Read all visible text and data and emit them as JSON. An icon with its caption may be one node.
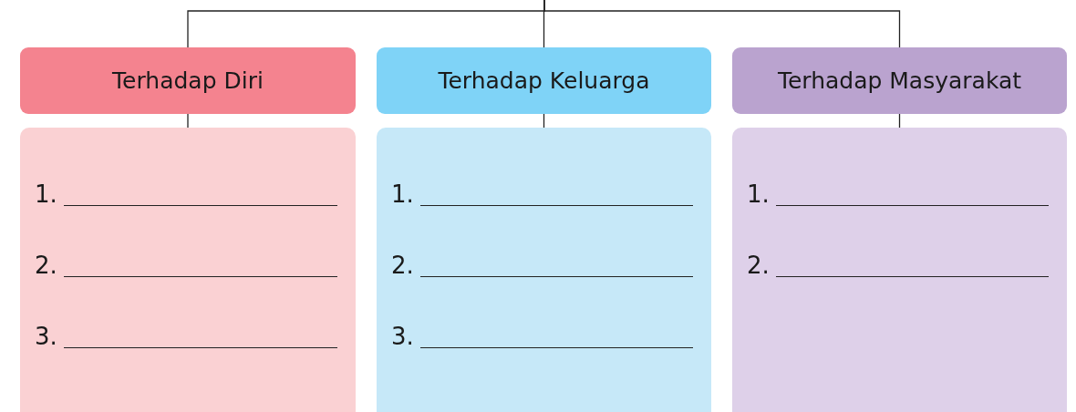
{
  "diagram": {
    "nodes": [
      {
        "text": [
          "Terhadap Diri"
        ]
      },
      {
        "text": [
          "1.",
          "2.",
          "3."
        ]
      },
      {
        "text": [
          "Terhadap Keluarga"
        ]
      },
      {
        "text": [
          "1.",
          "2.",
          "3."
        ]
      },
      {
        "text": [
          "Terhadap Masyarakat"
        ]
      },
      {
        "text": [
          "1.",
          "2."
        ]
      }
    ],
    "edges": [
      {
        "from": null,
        "to": 0,
        "arrow": "none"
      },
      {
        "from": null,
        "to": 2,
        "arrow": "none"
      },
      {
        "from": null,
        "to": 4,
        "arrow": "none"
      },
      {
        "from": 0,
        "to": 1,
        "arrow": "none"
      },
      {
        "from": 2,
        "to": 3,
        "arrow": "none"
      },
      {
        "from": 4,
        "to": 5,
        "arrow": "none"
      }
    ]
  }
}
